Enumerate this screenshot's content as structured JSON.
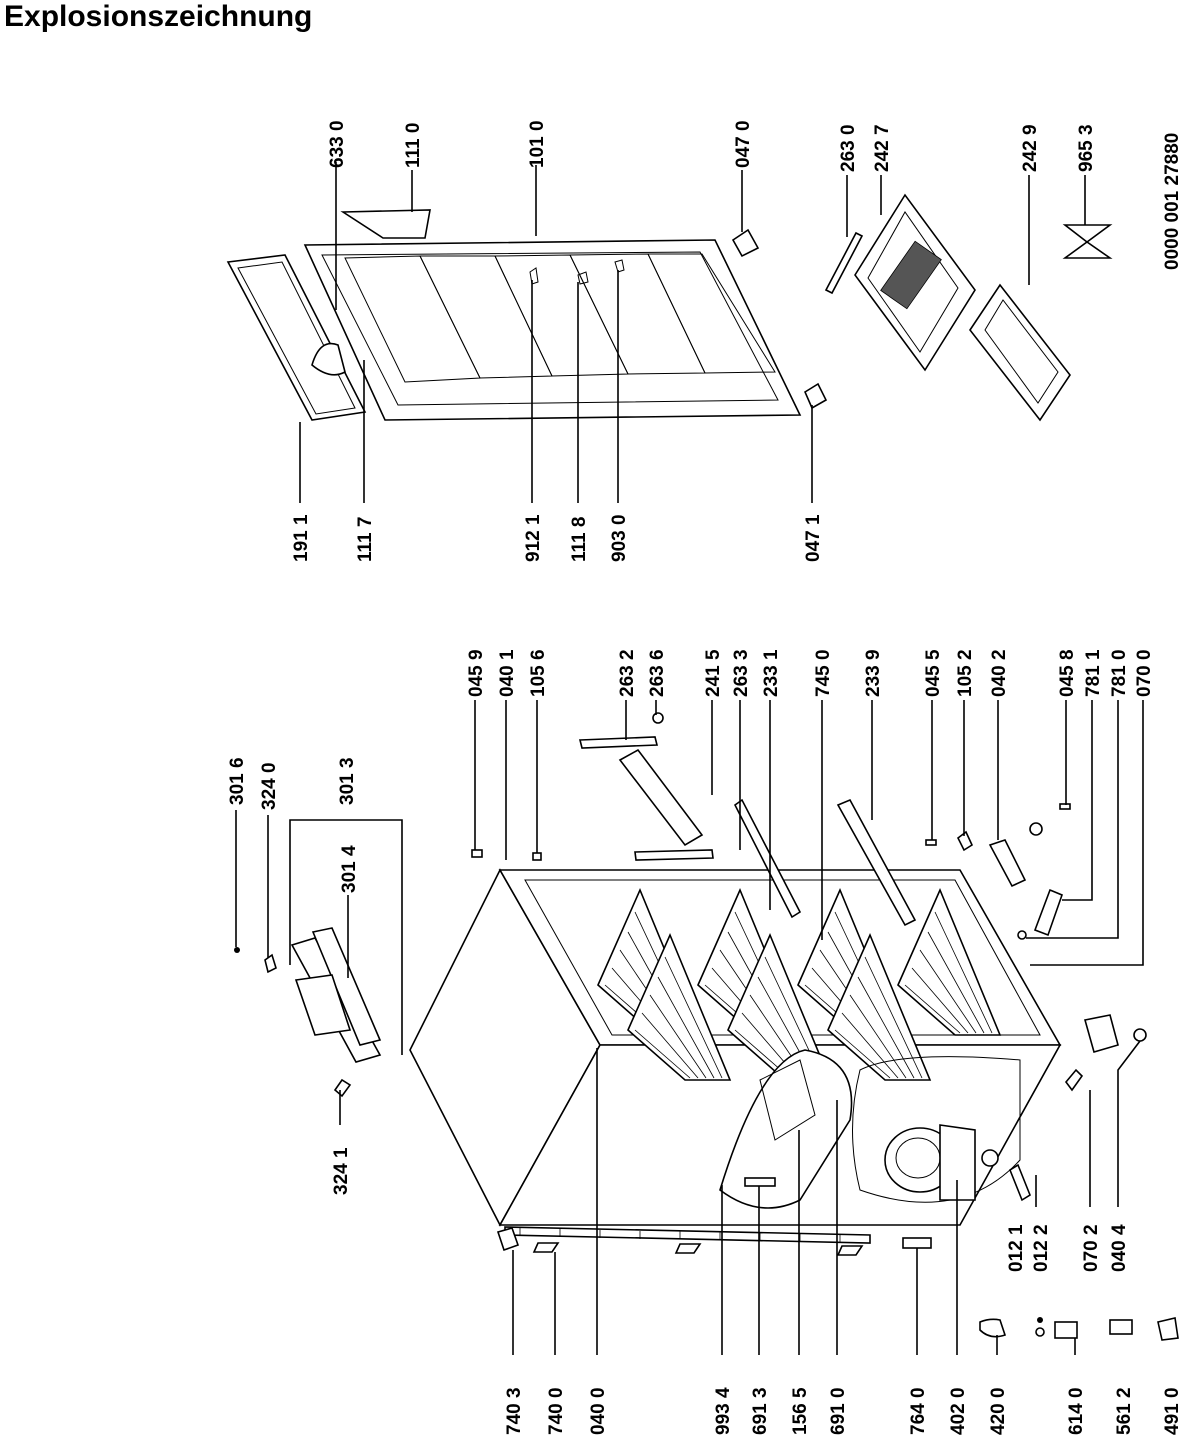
{
  "title": "Explosionszeichnung",
  "drawing_number": "0000 001 27880",
  "labels": [
    {
      "id": "a1",
      "text": "633 0"
    },
    {
      "id": "a2",
      "text": "111 0"
    },
    {
      "id": "a3",
      "text": "101 0"
    },
    {
      "id": "a4",
      "text": "047 0"
    },
    {
      "id": "a5",
      "text": "263 0"
    },
    {
      "id": "a6",
      "text": "242 7"
    },
    {
      "id": "a7",
      "text": "242 9"
    },
    {
      "id": "a8",
      "text": "965 3"
    },
    {
      "id": "b1",
      "text": "191 1"
    },
    {
      "id": "b2",
      "text": "111 7"
    },
    {
      "id": "b3",
      "text": "912 1"
    },
    {
      "id": "b4",
      "text": "111 8"
    },
    {
      "id": "b5",
      "text": "903 0"
    },
    {
      "id": "b6",
      "text": "047 1"
    },
    {
      "id": "c1",
      "text": "301 6"
    },
    {
      "id": "c2",
      "text": "324 0"
    },
    {
      "id": "c3",
      "text": "301 3"
    },
    {
      "id": "c4",
      "text": "301 4"
    },
    {
      "id": "c5",
      "text": "324 1"
    },
    {
      "id": "d1",
      "text": "045 9"
    },
    {
      "id": "d2",
      "text": "040 1"
    },
    {
      "id": "d3",
      "text": "105 6"
    },
    {
      "id": "d4",
      "text": "263 2"
    },
    {
      "id": "d5",
      "text": "263 6"
    },
    {
      "id": "d6",
      "text": "241 5"
    },
    {
      "id": "d7",
      "text": "263 3"
    },
    {
      "id": "d8",
      "text": "233 1"
    },
    {
      "id": "d9",
      "text": "745 0"
    },
    {
      "id": "d10",
      "text": "233 9"
    },
    {
      "id": "d11",
      "text": "045 5"
    },
    {
      "id": "d12",
      "text": "105 2"
    },
    {
      "id": "d13",
      "text": "040 2"
    },
    {
      "id": "d14",
      "text": "045 8"
    },
    {
      "id": "d15",
      "text": "781 1"
    },
    {
      "id": "d16",
      "text": "781 0"
    },
    {
      "id": "d17",
      "text": "070 0"
    },
    {
      "id": "e1",
      "text": "740 3"
    },
    {
      "id": "e2",
      "text": "740 0"
    },
    {
      "id": "e3",
      "text": "040 0"
    },
    {
      "id": "e4",
      "text": "993 4"
    },
    {
      "id": "e5",
      "text": "691 3"
    },
    {
      "id": "e6",
      "text": "156 5"
    },
    {
      "id": "e7",
      "text": "691 0"
    },
    {
      "id": "e8",
      "text": "764 0"
    },
    {
      "id": "e9",
      "text": "402 0"
    },
    {
      "id": "e10",
      "text": "420 0"
    },
    {
      "id": "e11",
      "text": "614 0"
    },
    {
      "id": "e12",
      "text": "561 2"
    },
    {
      "id": "e13",
      "text": "491 0"
    },
    {
      "id": "f1",
      "text": "012 1"
    },
    {
      "id": "f2",
      "text": "012 2"
    },
    {
      "id": "f3",
      "text": "070 2"
    },
    {
      "id": "f4",
      "text": "040 4"
    }
  ]
}
